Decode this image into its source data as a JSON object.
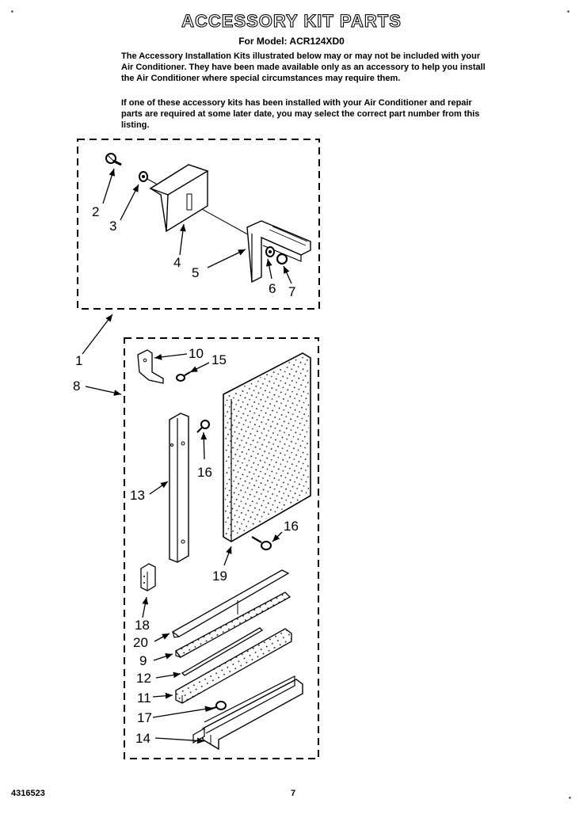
{
  "header": {
    "title": "ACCESSORY KIT PARTS",
    "model_line": "For Model: ACR124XD0"
  },
  "intro": {
    "paragraph1": "The Accessory Installation Kits illustrated below may or may not be included with your Air Conditioner. They have been made available only as an accessory to help you install the Air Conditioner where special circumstances may require them.",
    "paragraph2": "If one of these accessory kits has been installed with your Air Conditioner and repair parts are required at some later date, you may select the correct part number from this listing."
  },
  "callouts": {
    "c1": "1",
    "c2": "2",
    "c3": "3",
    "c4": "4",
    "c5": "5",
    "c6": "6",
    "c7": "7",
    "c8": "8",
    "c9": "9",
    "c10": "10",
    "c11": "11",
    "c12": "12",
    "c13": "13",
    "c14": "14",
    "c15": "15",
    "c16a": "16",
    "c16b": "16",
    "c17": "17",
    "c18": "18",
    "c19": "19",
    "c20": "20"
  },
  "footer": {
    "doc_number": "4316523",
    "page_number": "7"
  }
}
